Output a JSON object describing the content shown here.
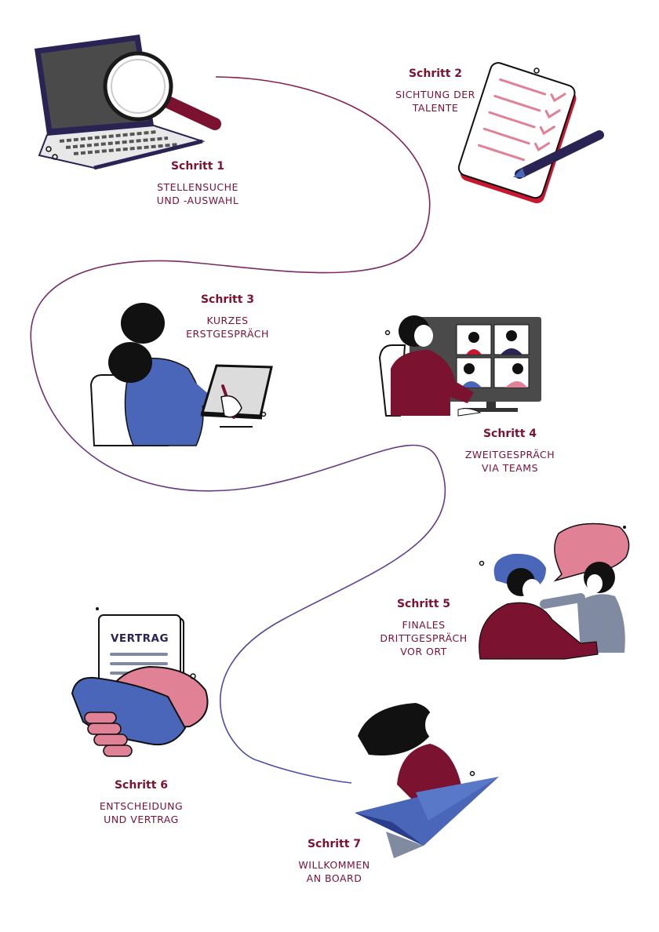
{
  "colors": {
    "maroon": "#7a1230",
    "pink": "#e08196",
    "blue": "#4a66b8",
    "darkgray": "#333333",
    "lightgray": "#e3e3e3",
    "navy": "#2a2455",
    "path_start": "#8a1d4a",
    "path_end": "#4a4fb0"
  },
  "steps": [
    {
      "title": "Schritt 1",
      "desc": "STELLENSUCHE\nUND -AUSWAHL"
    },
    {
      "title": "Schritt 2",
      "desc": "SICHTUNG DER\nTALENTE"
    },
    {
      "title": "Schritt 3",
      "desc": "KURZES\nERSTGESPRÄCH"
    },
    {
      "title": "Schritt 4",
      "desc": "ZWEITGESPRÄCH\nVIA TEAMS"
    },
    {
      "title": "Schritt 5",
      "desc": "FINALES\nDRITTGESPRÄCH\nVOR ORT"
    },
    {
      "title": "Schritt 6",
      "desc": "ENTSCHEIDUNG\nUND VERTRAG"
    },
    {
      "title": "Schritt 7",
      "desc": "WILLKOMMEN\nAN BOARD"
    }
  ],
  "contract": {
    "label": "VERTRAG"
  },
  "icons": [
    "laptop-magnifier-icon",
    "checklist-pen-icon",
    "laptop-interview-icon",
    "video-call-icon",
    "conversation-icon",
    "handshake-contract-icon",
    "paper-plane-icon"
  ]
}
